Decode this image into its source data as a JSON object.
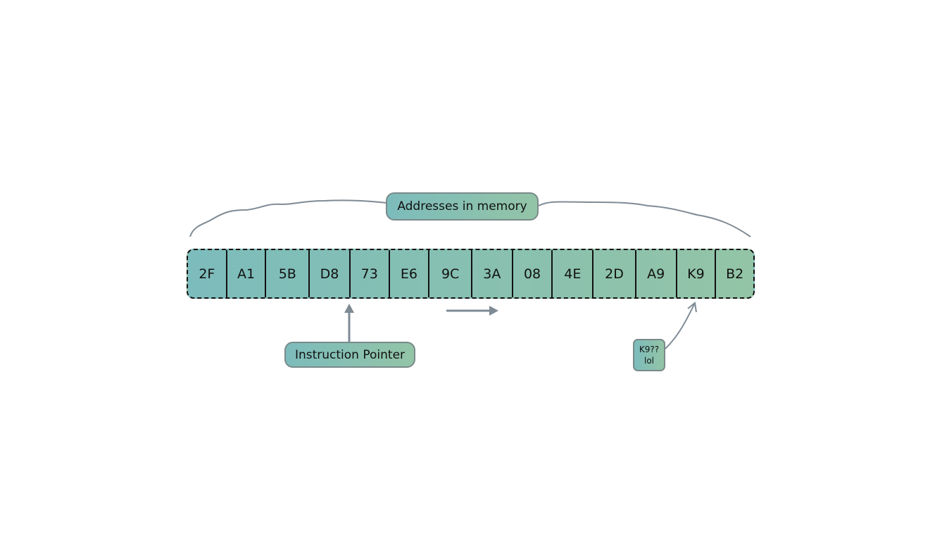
{
  "title_label": "Addresses in memory",
  "cells": [
    "2F",
    "A1",
    "5B",
    "D8",
    "73",
    "E6",
    "9C",
    "3A",
    "08",
    "4E",
    "2D",
    "A9",
    "K9",
    "B2"
  ],
  "pointer_label": "Instruction Pointer",
  "note": {
    "line1": "K9??",
    "line2": "lol"
  },
  "colors": {
    "gradient_start": "#7cbcbc",
    "gradient_end": "#93c4a6",
    "stroke": "#7e8a94"
  }
}
